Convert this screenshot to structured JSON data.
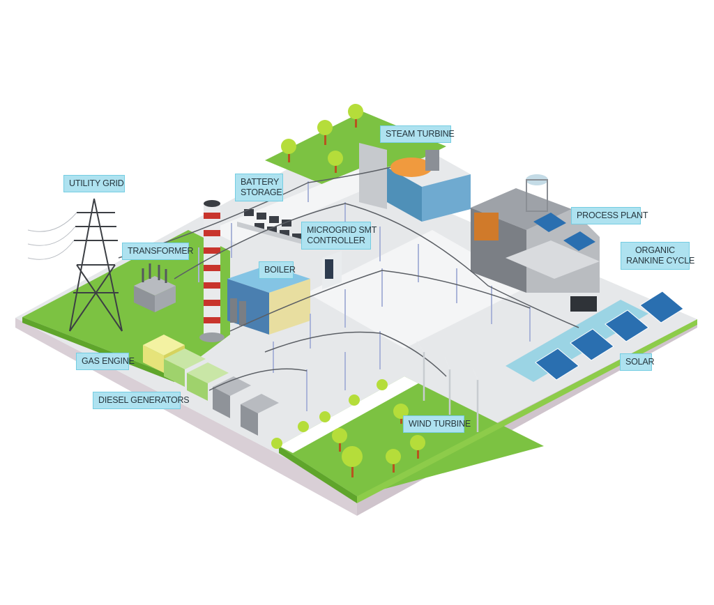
{
  "diagram": {
    "title": "Microgrid isometric illustration",
    "colors": {
      "grass": "#7cc242",
      "grass_dark": "#5fa52b",
      "pavement": "#e4e6e8",
      "pavement_light": "#f1f2f3",
      "base_edge": "#d9cfd6",
      "label_fill": "#aee2f0",
      "label_border": "#74cde2",
      "label_text": "#26363e",
      "chimney_red": "#c8342c",
      "solar_blue": "#2a6fb0",
      "tree": "#b5dd3a",
      "trunk": "#b8541e"
    },
    "labels": {
      "utility_grid": "UTILITY GRID",
      "battery_storage_1": "BATTERY",
      "battery_storage_2": "STORAGE",
      "steam_turbine": "STEAM TURBINE",
      "transformer": "TRANSFORMER",
      "microgrid_controller_1": "MICROGRID SMT",
      "microgrid_controller_2": "CONTROLLER",
      "boiler": "BOILER",
      "process_plant": "PROCESS PLANT",
      "orc_1": "ORGANIC",
      "orc_2": "RANKINE CYCLE",
      "gas_engine": "GAS ENGINE",
      "diesel_generators": "DIESEL GENERATORS",
      "wind_turbine": "WIND TURBINE",
      "solar": "SOLAR"
    }
  }
}
